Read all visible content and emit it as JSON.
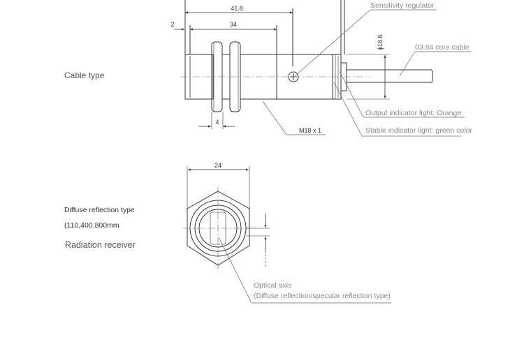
{
  "cable_section": {
    "title": "Cable type",
    "dims": {
      "overall": "41.8",
      "offset": "2",
      "thread_length": "34",
      "nut_width": "4",
      "thread_spec": "M18 x 1",
      "diameter": "ϕ16.6"
    },
    "notes": {
      "sensitivity": "Sensitivity regulator",
      "cable": "03.84 core cable",
      "output_light": "Output indicator light: Orange",
      "stable_light": "Stable indicator light: green color"
    }
  },
  "front_section": {
    "title_line1": "Diffuse reflection type",
    "title_line2": "(110,400,800mm",
    "title_line3": "Radiation receiver",
    "dims": {
      "hex_width": "24"
    },
    "notes": {
      "optical_axis": "Optical axis",
      "optical_axis_sub": "(Diffuse reflection/specular reflection type)"
    }
  }
}
